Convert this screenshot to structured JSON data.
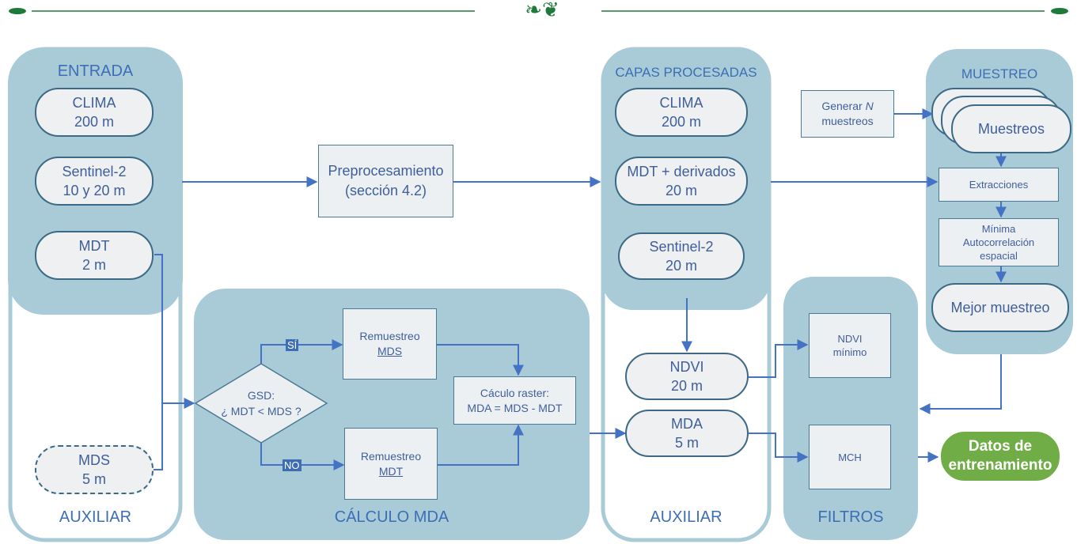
{
  "colors": {
    "panel": "#a9cbd8",
    "arrow": "#4472c4",
    "node_fill": "#eef0f2",
    "output": "#70ad47",
    "ornament": "#1e7a3a"
  },
  "panels": {
    "entrada": "ENTRADA",
    "auxiliar_left": "AUXILIAR",
    "calculo": "CÁLCULO MDA",
    "capas": "CAPAS PROCESADAS",
    "auxiliar_mid": "AUXILIAR",
    "muestreo": "MUESTREO",
    "filtros": "FILTROS"
  },
  "entrada": {
    "clima": [
      "CLIMA",
      "200 m"
    ],
    "sentinel": [
      "Sentinel-2",
      "10 y 20 m"
    ],
    "mdt": [
      "MDT",
      "2 m"
    ],
    "mds": [
      "MDS",
      "5 m"
    ]
  },
  "preproc": [
    "Preprocesamiento",
    "(sección 4.2)"
  ],
  "calculo": {
    "decision": [
      "GSD:",
      "¿ MDT < MDS ?"
    ],
    "yes": "SÍ",
    "no": "NO",
    "remuestreo_mds": [
      "Remuestreo",
      "MDS"
    ],
    "remuestreo_mdt": [
      "Remuestreo",
      "MDT"
    ],
    "raster": [
      "Cáculo raster:",
      "MDA = MDS - MDT"
    ]
  },
  "capas": {
    "clima": [
      "CLIMA",
      "200 m"
    ],
    "mdt": [
      "MDT + derivados",
      "20 m"
    ],
    "sentinel": [
      "Sentinel-2",
      "20 m"
    ],
    "ndvi": [
      "NDVI",
      "20 m"
    ],
    "mda": [
      "MDA",
      "5 m"
    ]
  },
  "muestreo": {
    "generar_a": "Generar ",
    "generar_n": "N",
    "generar_b": "muestreos",
    "muestreos": "Muestreos",
    "extracciones": "Extracciones",
    "minima": [
      "Mínima",
      "Autocorrelación",
      "espacial"
    ],
    "mejor": "Mejor muestreo"
  },
  "filtros": {
    "ndvi_min": [
      "NDVI",
      "mínimo"
    ],
    "mch": "MCH"
  },
  "output": [
    "Datos de",
    "entrenamiento"
  ]
}
